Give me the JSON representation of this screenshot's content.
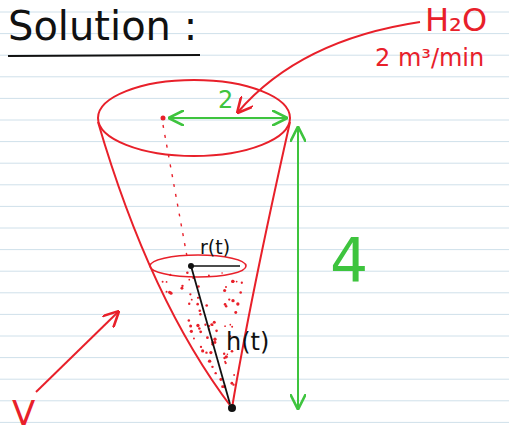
{
  "diagram": {
    "title": "Solution :",
    "labels": [
      "H₂O",
      "2 m³/min",
      "2",
      "4",
      "r(t)",
      "h(t)",
      "V"
    ]
  }
}
